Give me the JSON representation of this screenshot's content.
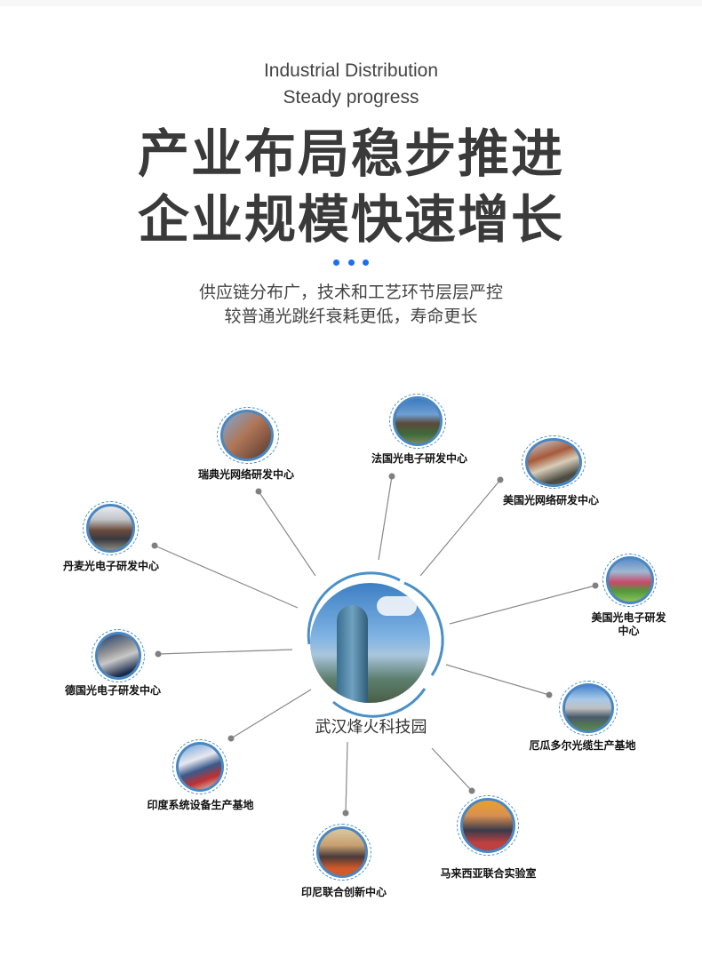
{
  "header": {
    "en_line1": "Industrial Distribution",
    "en_line2": "Steady progress",
    "title_line1": "产业布局稳步推进",
    "title_line2": "企业规模快速增长",
    "dots_color": "#1a6ff0",
    "subtitle_line1": "供应链分布广，技术和工艺环节层层严控",
    "subtitle_line2": "较普通光跳纤衰耗更低，寿命更长"
  },
  "diagram": {
    "center": {
      "label": "武汉烽火科技园",
      "image": "office-tower-photo"
    },
    "nodes": [
      {
        "label": "瑞典光网络研发中心",
        "image": "brick-building-photo"
      },
      {
        "label": "法国光电子研发中心",
        "image": "modern-building-photo"
      },
      {
        "label": "美国光网络研发中心",
        "image": "terraced-building-photo"
      },
      {
        "label": "丹麦光电子研发中心",
        "image": "group-photo"
      },
      {
        "label": "美国光电子研发中心",
        "image": "lawn-building-photo"
      },
      {
        "label": "德国光电子研发中心",
        "image": "office-block-photo"
      },
      {
        "label": "厄瓜多尔光缆生产基地",
        "image": "factory-aerial-photo"
      },
      {
        "label": "印度系统设备生产基地",
        "image": "factory-facade-photo"
      },
      {
        "label": "印尼联合创新中心",
        "image": "ceremony-photo"
      },
      {
        "label": "马来西亚联合实验室",
        "image": "signing-ceremony-photo"
      }
    ],
    "colors": {
      "ring": "#4a90c8",
      "line": "#888888",
      "endpoint": "#808080"
    }
  }
}
